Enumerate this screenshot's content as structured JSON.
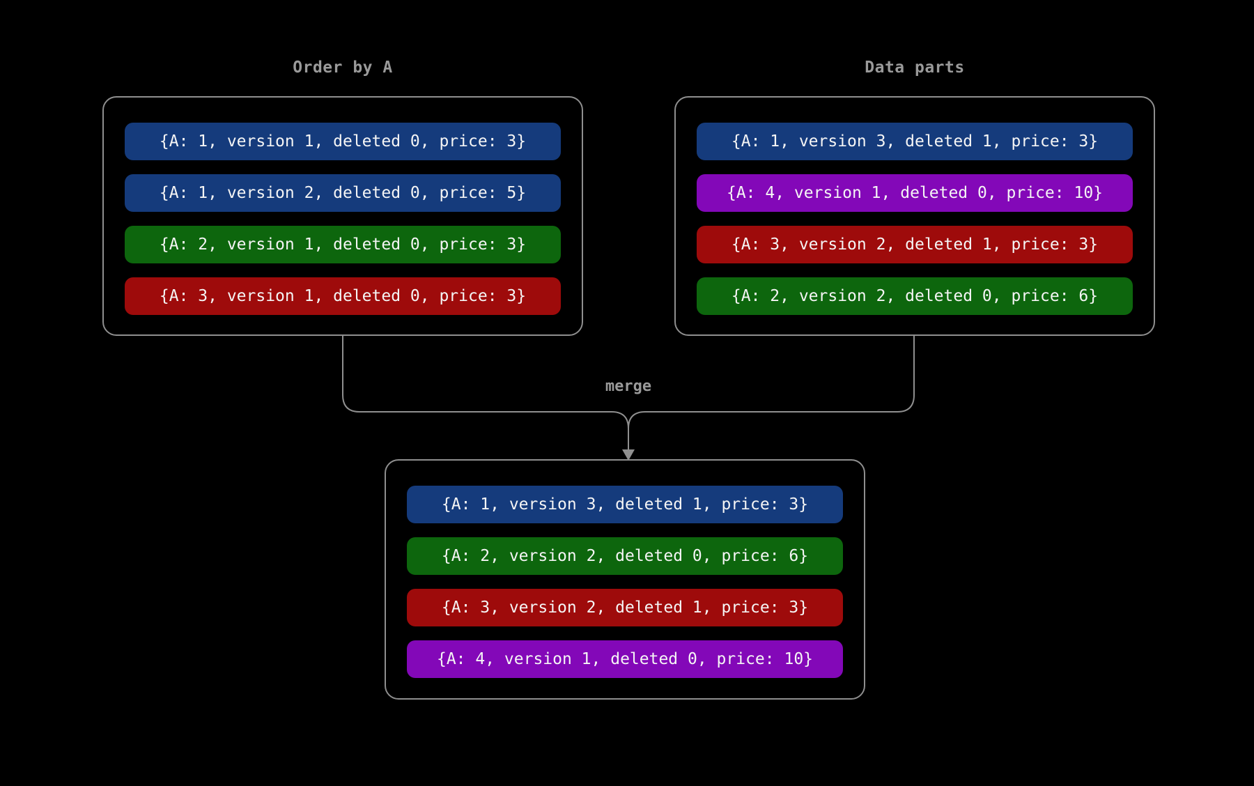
{
  "diagram": {
    "background": "#000000",
    "box_border_color": "#8f8f8f",
    "connector_color": "#909090",
    "label_color": "#9a9a9a",
    "row_text_color": "#f5f5f5",
    "merge_label": "merge",
    "palette": {
      "blue": "#153b7c",
      "green": "#0d660d",
      "red": "#9e0b0b",
      "purple": "#8308b8"
    },
    "left": {
      "title": "Order by A",
      "rows": [
        {
          "text": "{A: 1, version 1, deleted 0, price: 3}",
          "color": "#153b7c"
        },
        {
          "text": "{A: 1, version 2, deleted 0, price: 5}",
          "color": "#153b7c"
        },
        {
          "text": "{A: 2, version 1, deleted 0, price: 3}",
          "color": "#0d660d"
        },
        {
          "text": "{A: 3, version 1, deleted 0, price: 3}",
          "color": "#9e0b0b"
        }
      ]
    },
    "right": {
      "title": "Data parts",
      "rows": [
        {
          "text": "{A: 1, version 3, deleted 1, price: 3}",
          "color": "#153b7c"
        },
        {
          "text": "{A: 4, version 1, deleted 0, price: 10}",
          "color": "#8308b8"
        },
        {
          "text": "{A: 3, version 2, deleted 1, price: 3}",
          "color": "#9e0b0b"
        },
        {
          "text": "{A: 2, version 2, deleted 0, price: 6}",
          "color": "#0d660d"
        }
      ]
    },
    "merged": {
      "rows": [
        {
          "text": "{A: 1, version 3, deleted 1, price: 3}",
          "color": "#153b7c"
        },
        {
          "text": "{A: 2, version 2, deleted 0, price: 6}",
          "color": "#0d660d"
        },
        {
          "text": "{A: 3, version 2, deleted 1, price: 3}",
          "color": "#9e0b0b"
        },
        {
          "text": "{A: 4, version 1, deleted 0, price: 10}",
          "color": "#8308b8"
        }
      ]
    }
  }
}
